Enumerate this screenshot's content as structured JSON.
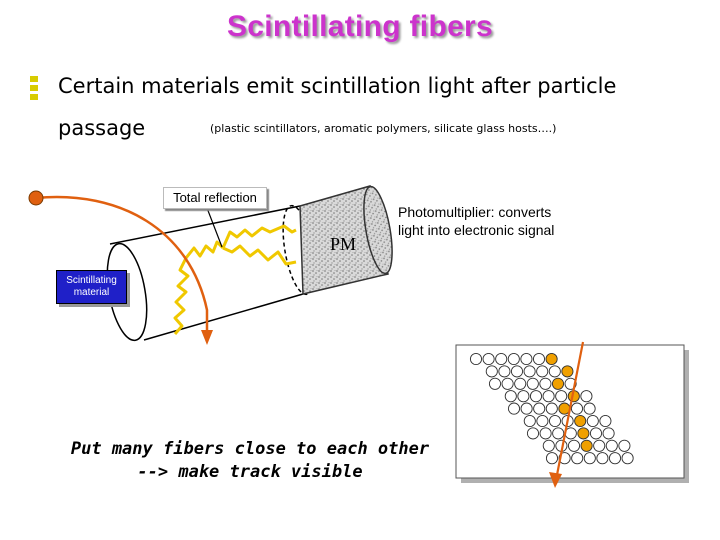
{
  "title": "Scintillating fibers",
  "bullet": {
    "line1": "Certain materials emit scintillation light after particle",
    "line2": "passage",
    "parenthetical": "(plastic scintillators, aromatic polymers, silicate glass hosts….)"
  },
  "labels": {
    "total_reflection": "Total reflection",
    "pm": "PM",
    "photomultiplier_line1": "Photomultiplier: converts",
    "photomultiplier_line2": "light into electronic signal",
    "scintillating_line1": "Scintillating",
    "scintillating_line2": "material",
    "put_line1": "Put many fibers close to each other",
    "put_line2": "--> make track visible"
  },
  "colors": {
    "title": "#cc33cc",
    "track": "#e06010",
    "photon": "#f0c800",
    "fiber_hit": "#f0a000",
    "material_box": "#1f20c8"
  },
  "icons": {
    "bullet": "z-bullet-icon",
    "particle": "particle-dot-icon"
  }
}
